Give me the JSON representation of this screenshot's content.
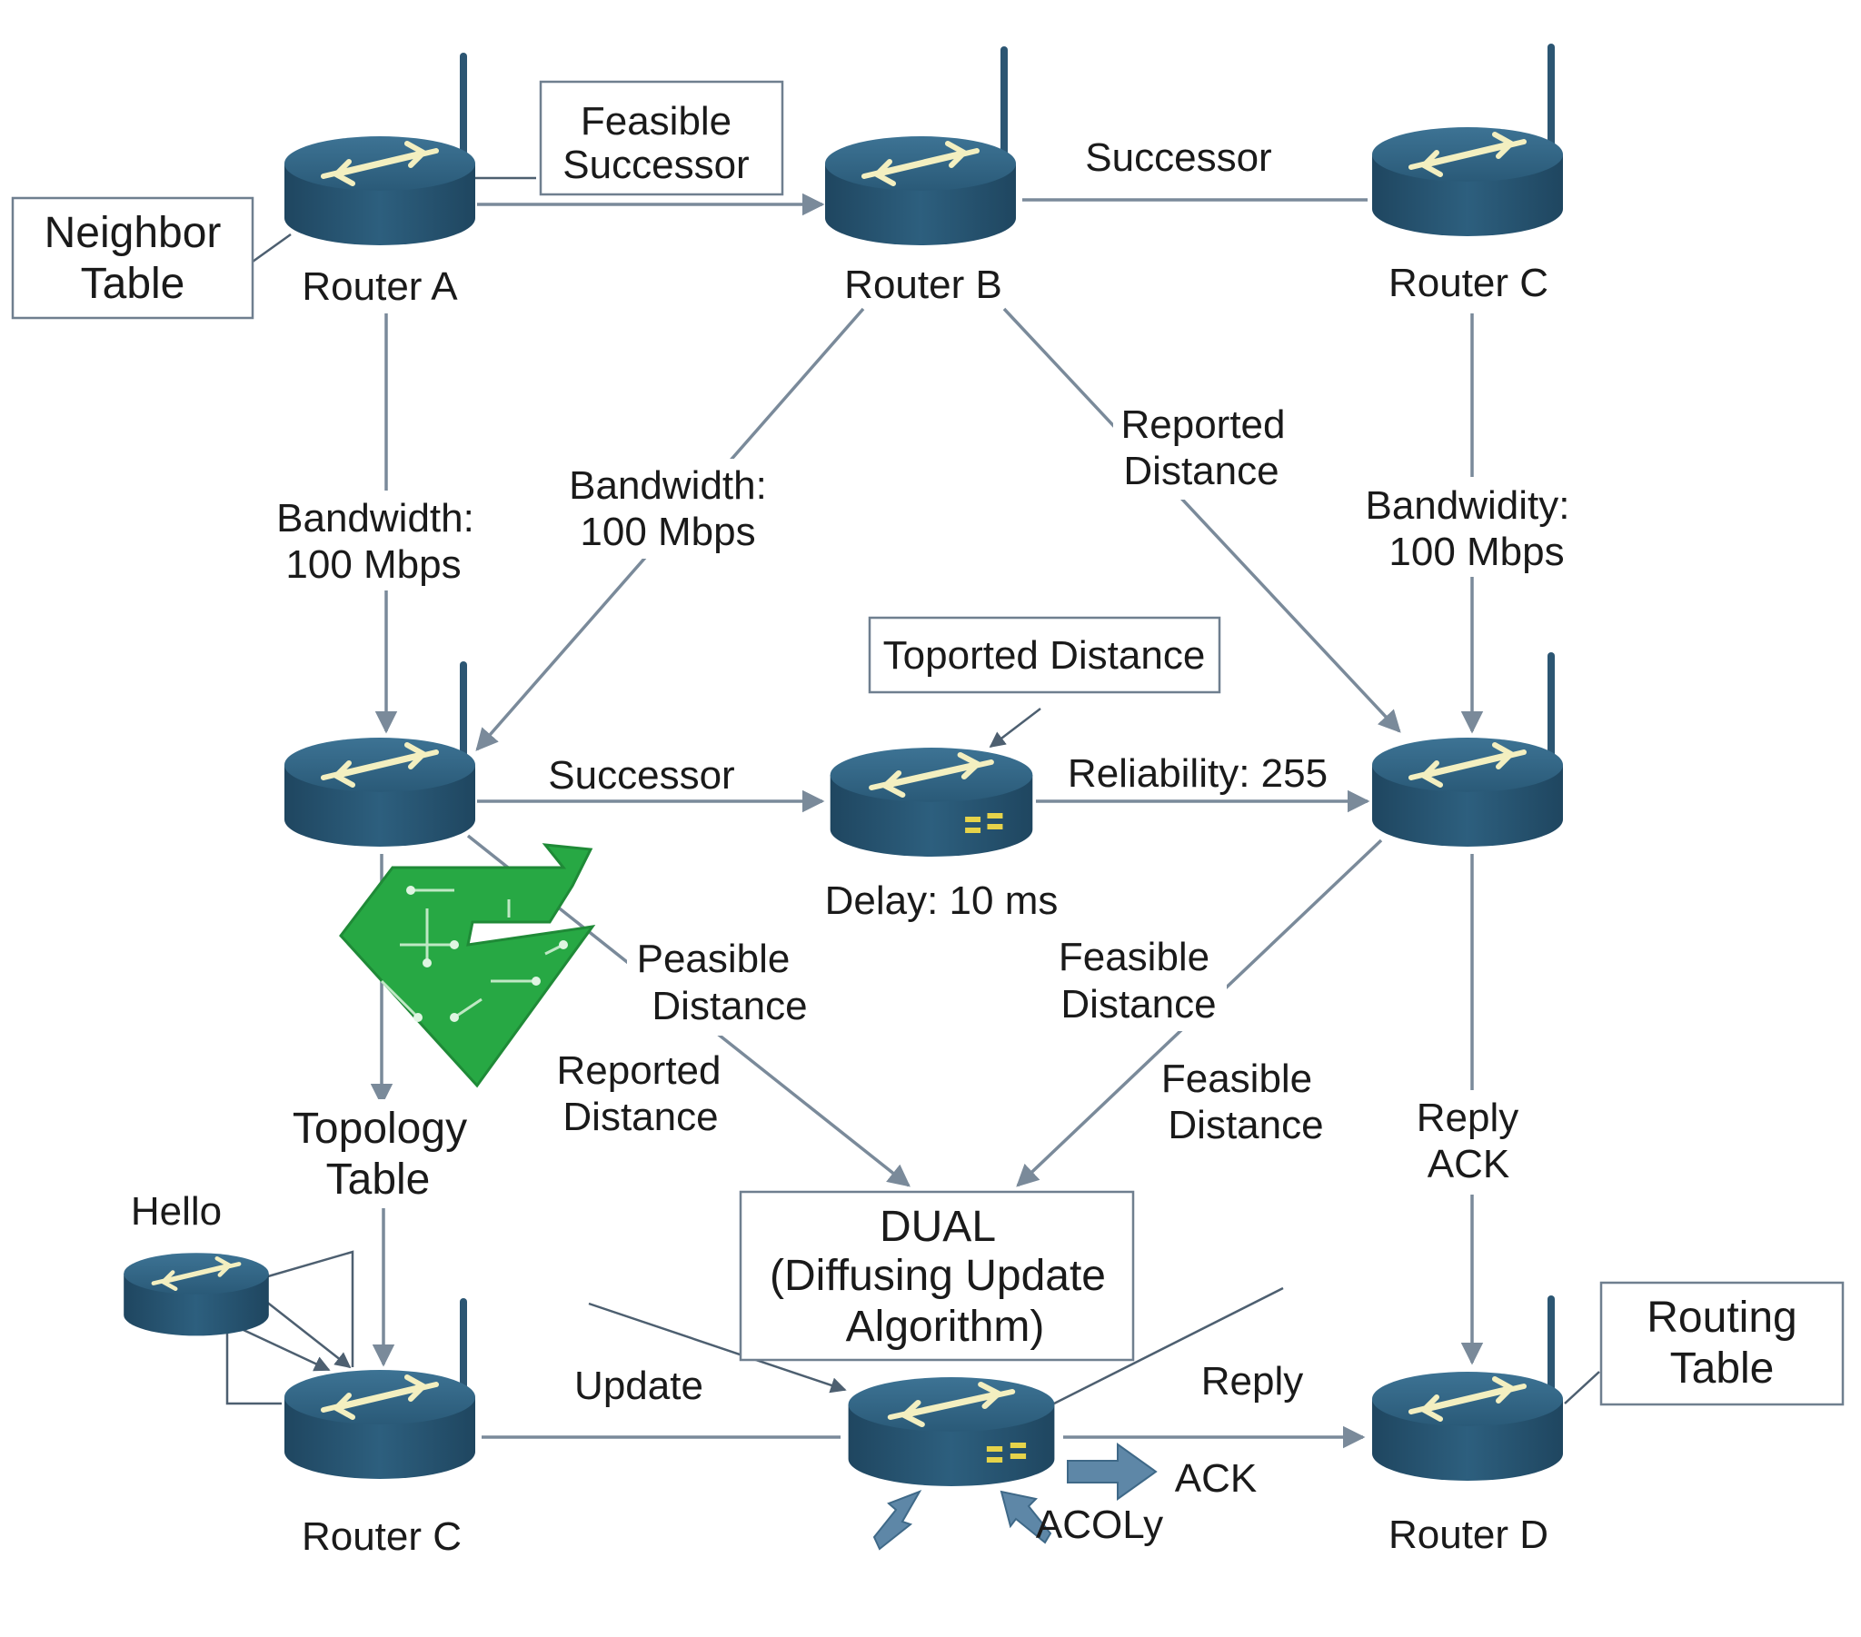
{
  "routers": {
    "a": {
      "label": "Router A"
    },
    "b": {
      "label": "Router B"
    },
    "c_top": {
      "label": "Router C"
    },
    "c_bottom": {
      "label": "Router C"
    },
    "d": {
      "label": "Router D"
    }
  },
  "boxes": {
    "neighbor_table": [
      "Neighbor",
      "Table"
    ],
    "feasible_successor": [
      "Feasible",
      "Successor"
    ],
    "toported_distance": "Toported Distance",
    "dual": [
      "DUAL",
      "(Diffusing Update",
      "Algorithm)"
    ],
    "routing_table": [
      "Routing",
      "Table"
    ]
  },
  "labels": {
    "successor_top": "Successor",
    "successor_mid": "Successor",
    "bandwidth_left": [
      "Bandwidth:",
      "100 Mbps"
    ],
    "bandwidth_diag": [
      "Bandwidth:",
      "100 Mbps"
    ],
    "reported_distance_top": [
      "Reported",
      "Distance"
    ],
    "bandwidity_right": [
      "Bandwidity:",
      "100 Mbps"
    ],
    "reliability": "Reliability: 255",
    "delay": "Delay: 10 ms",
    "peasible_distance": [
      "Peasible",
      "Distance"
    ],
    "reported_distance_bottom": [
      "Reported",
      "Distance"
    ],
    "feasible_distance_1": [
      "Feasible",
      "Distance"
    ],
    "feasible_distance_2": [
      "Feasible",
      "Distance"
    ],
    "reply_ack": [
      "Reply",
      "ACK"
    ],
    "topology_table": [
      "Topology",
      "Table"
    ],
    "hello": "Hello",
    "update": "Update",
    "reply": "Reply",
    "ack": "ACK",
    "acoly": "ACOLy"
  },
  "colors": {
    "router_top": "#2f607f",
    "router_side": "#24506c",
    "router_arrow": "#f3efc0",
    "edge": "#7a8a9a",
    "box_border": "#6f7f8f",
    "logo_green": "#27a844",
    "led": "#e6d34a"
  },
  "icons": [
    "router-icon",
    "antenna-icon",
    "circuit-logo-icon"
  ]
}
